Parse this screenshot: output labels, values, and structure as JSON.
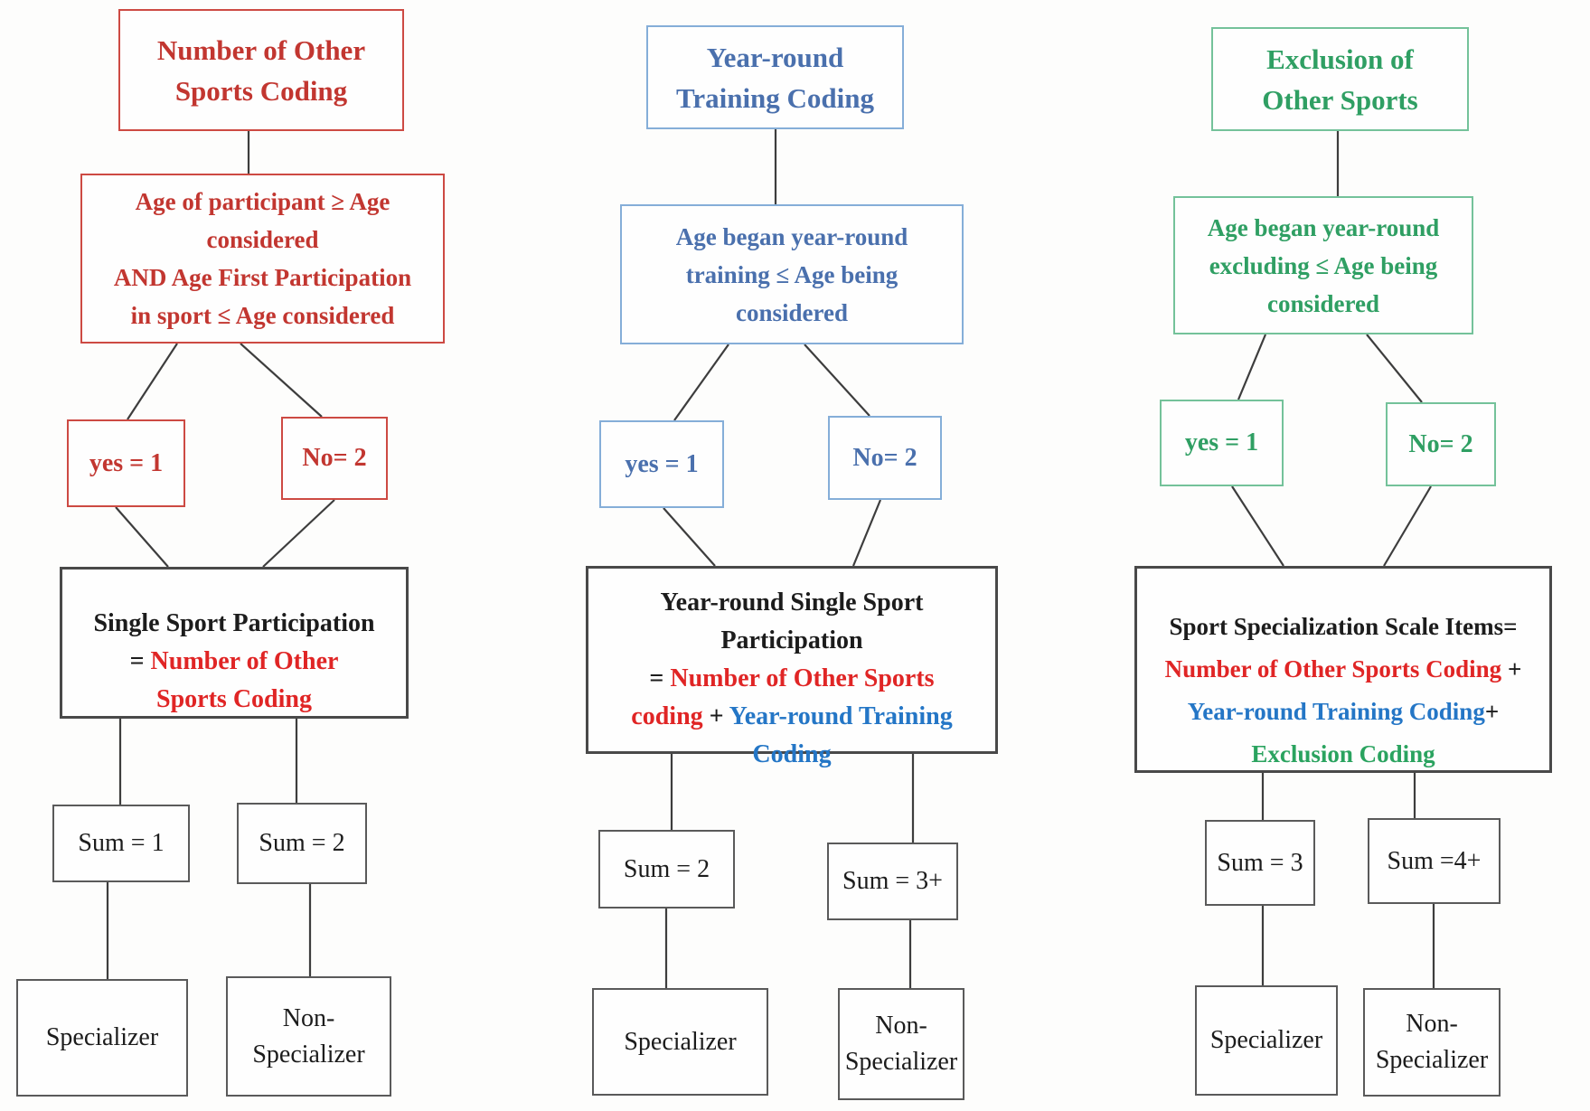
{
  "figure": {
    "description": "Sport specialization coding flowchart with three decision trees"
  },
  "palette": {
    "red_accent": "#c23630",
    "red_border": "#cd4a43",
    "red_bright": "#e02525",
    "blue_accent": "#4a70ad",
    "blue_border": "#85aed8",
    "blue_bright": "#2476c6",
    "green_accent": "#2f9f63",
    "green_border": "#74c29a",
    "green_bright": "#2aa35f",
    "black_text": "#1c1c1c",
    "box_border_dark": "#494949",
    "connector_line": "#3d3d3d"
  },
  "columns": [
    {
      "id": "number-of-other-sports-coding",
      "accent": "#c23630",
      "border": "#cd4a43",
      "title": "Number of Other\nSports Coding",
      "condition": "Age of participant ≥  Age\nconsidered\nAND Age First Participation\nin sport ≤  Age considered",
      "yes": "yes = 1",
      "no": "No= 2",
      "result_parts": [
        {
          "text": "Single Sport Participation\n",
          "color": "#1c1c1c"
        },
        {
          "text": "= ",
          "color": "#1c1c1c"
        },
        {
          "text": "Number of Other\nSports Coding",
          "color": "#e02525"
        }
      ],
      "sum_left": "Sum = 1",
      "sum_right": "Sum = 2",
      "outcome_left": "Specializer",
      "outcome_right": "Non-\nSpecializer"
    },
    {
      "id": "year-round-training-coding",
      "accent": "#4a70ad",
      "border": "#85aed8",
      "title": "Year-round\nTraining Coding",
      "condition": "Age began year-round\ntraining ≤ Age being\nconsidered",
      "yes": "yes = 1",
      "no": "No= 2",
      "result_parts": [
        {
          "text": "Year-round Single Sport\nParticipation\n",
          "color": "#1c1c1c"
        },
        {
          "text": "= ",
          "color": "#1c1c1c"
        },
        {
          "text": "Number of Other Sports\ncoding",
          "color": "#e02525"
        },
        {
          "text": " + ",
          "color": "#1c1c1c"
        },
        {
          "text": "Year-round Training\nCoding",
          "color": "#2476c6"
        }
      ],
      "sum_left": "Sum = 2",
      "sum_right": "Sum = 3+",
      "outcome_left": "Specializer",
      "outcome_right": "Non-\nSpecializer"
    },
    {
      "id": "exclusion-of-other-sports",
      "accent": "#2f9f63",
      "border": "#74c29a",
      "title": "Exclusion of\nOther Sports",
      "condition": "Age began year-round\nexcluding ≤ Age being\nconsidered",
      "yes": "yes = 1",
      "no": "No= 2",
      "result_parts": [
        {
          "text": "Sport Specialization Scale Items=\n",
          "color": "#1c1c1c"
        },
        {
          "text": "Number of Other Sports Coding",
          "color": "#e02525"
        },
        {
          "text": " +\n",
          "color": "#1c1c1c"
        },
        {
          "text": "Year-round Training Coding",
          "color": "#2476c6"
        },
        {
          "text": "+\n",
          "color": "#1c1c1c"
        },
        {
          "text": "Exclusion Coding",
          "color": "#2aa35f"
        }
      ],
      "sum_left": "Sum = 3",
      "sum_right": "Sum =4+",
      "outcome_left": "Specializer",
      "outcome_right": "Non-\nSpecializer"
    }
  ]
}
